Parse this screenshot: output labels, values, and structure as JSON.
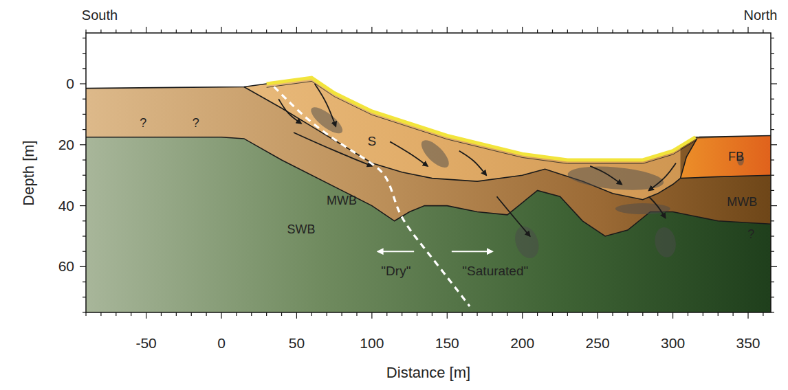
{
  "diagram": {
    "labels": [
      "South",
      "North",
      "Depth [m]",
      "Distance [m]",
      "0",
      "20",
      "40",
      "60",
      "-50",
      "0",
      "50",
      "100",
      "150",
      "200",
      "250",
      "300",
      "350",
      "?",
      "?",
      "S",
      "MWB",
      "SWB",
      "FB",
      "MWB",
      "?",
      "\"Dry\"",
      "\"Saturated\""
    ]
  }
}
